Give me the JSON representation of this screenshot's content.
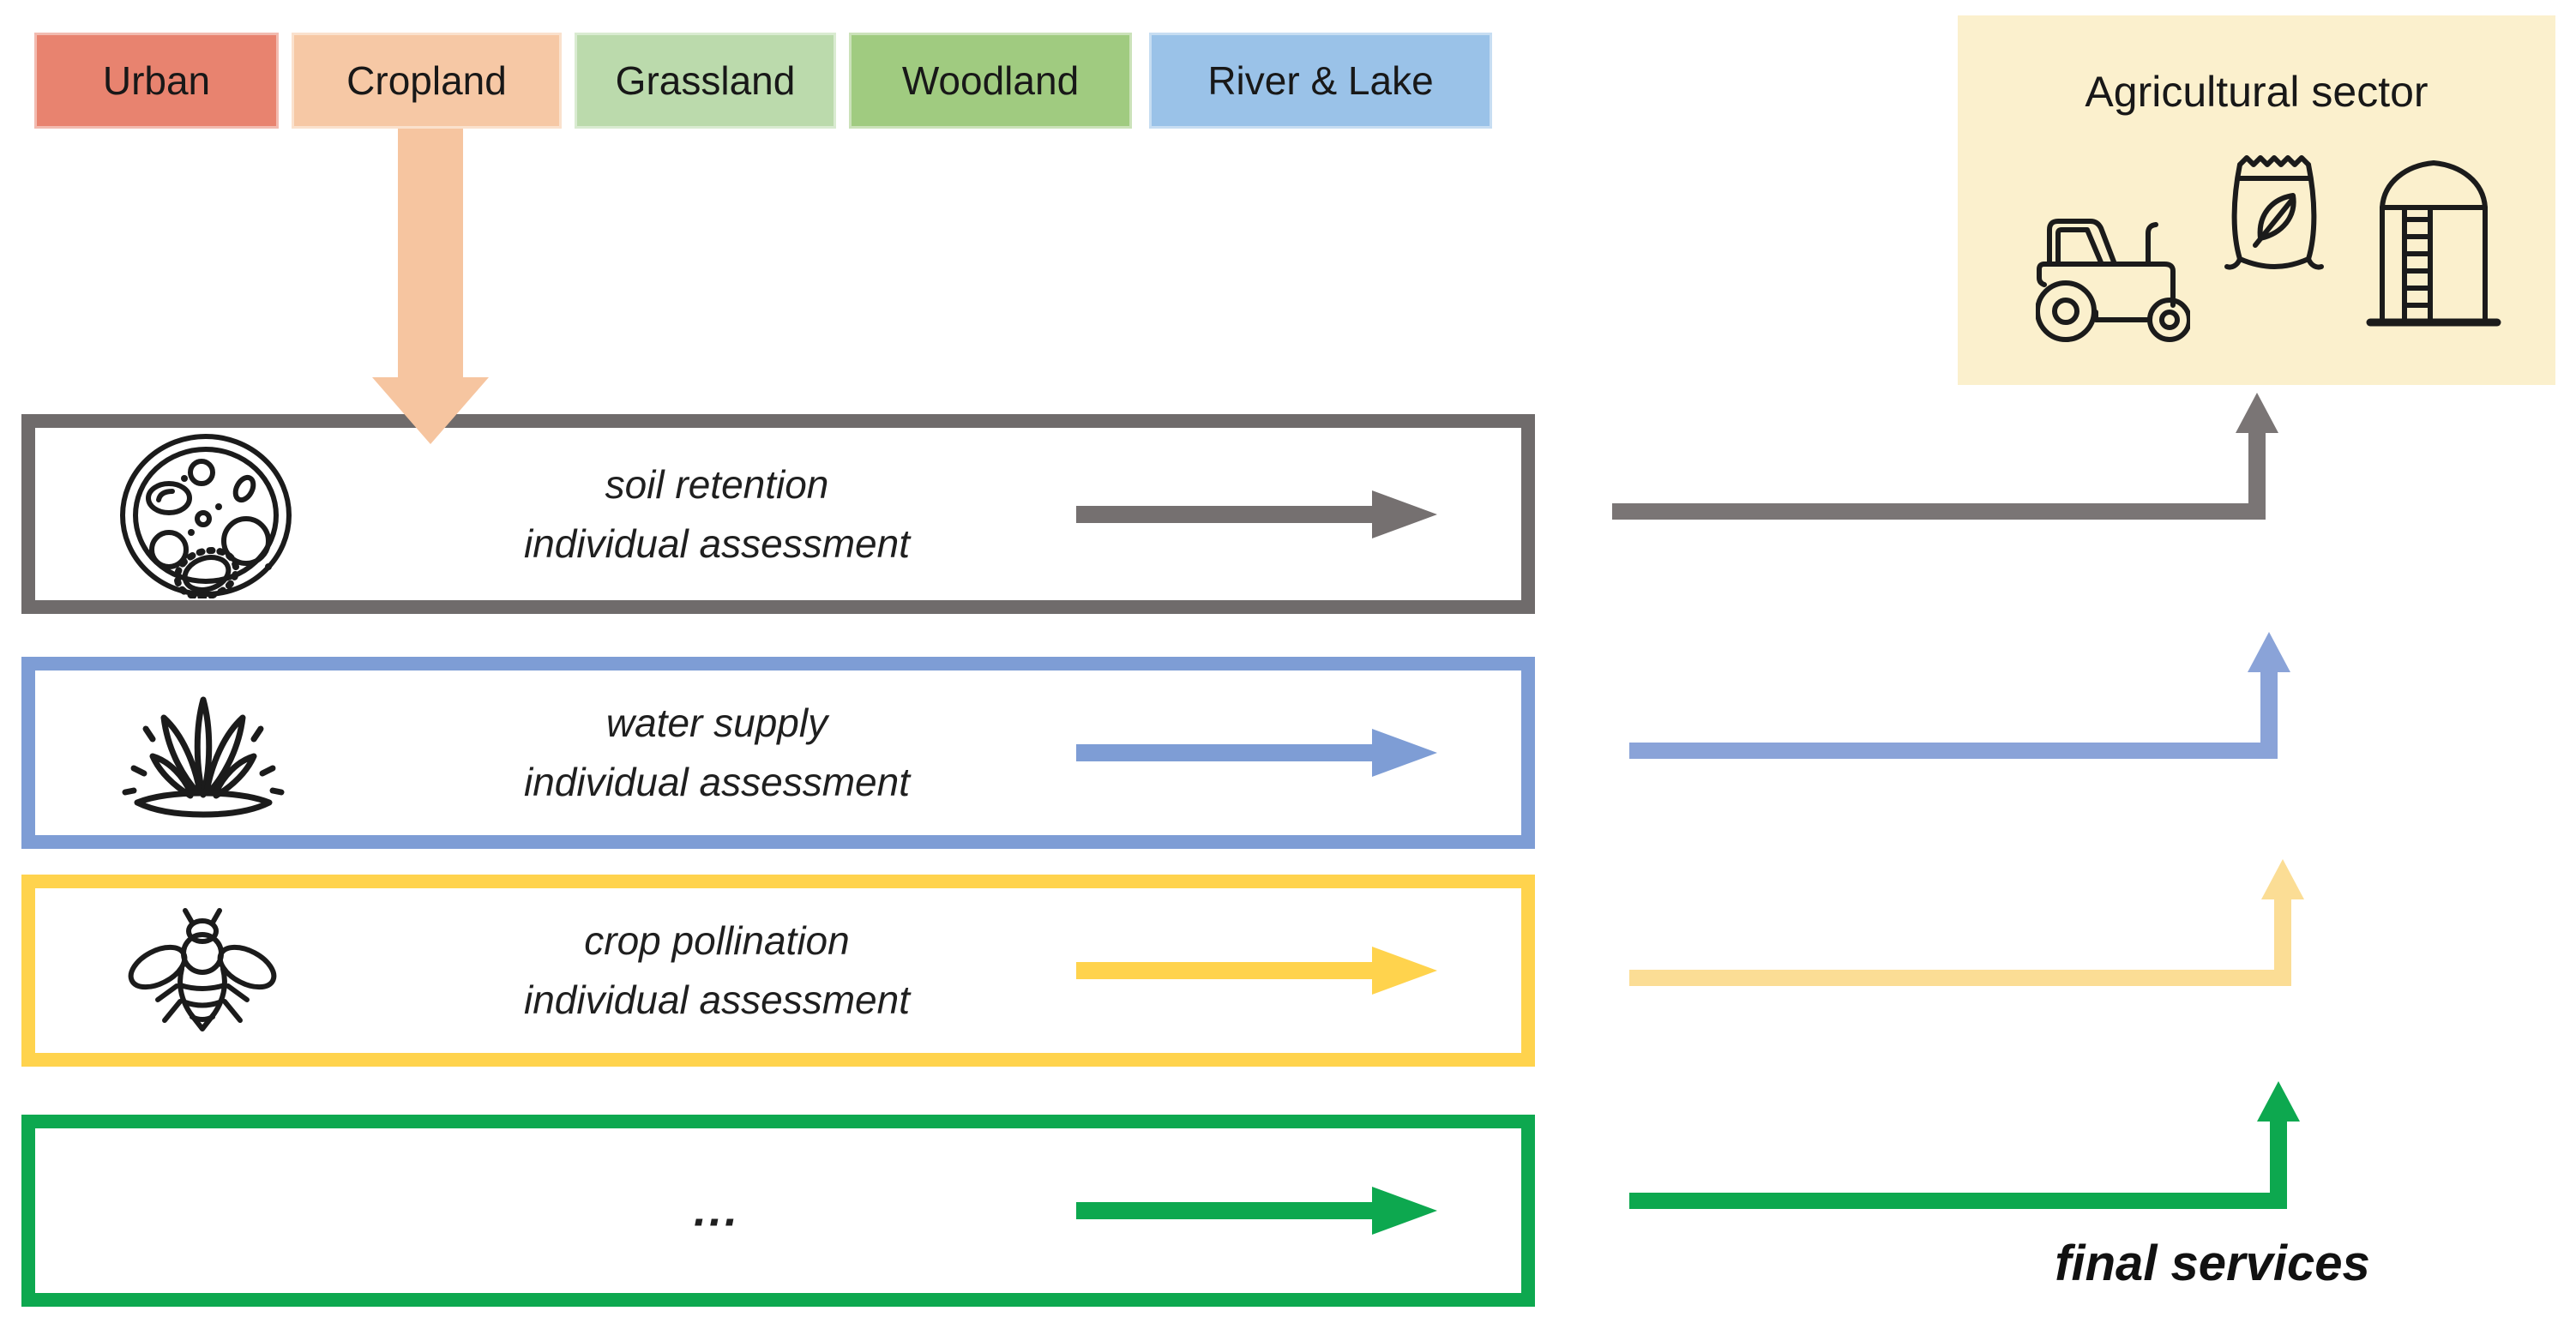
{
  "legend": {
    "items": [
      {
        "label": "Urban",
        "color": "#E8836F"
      },
      {
        "label": "Cropland",
        "color": "#F6C8A5"
      },
      {
        "label": "Grassland",
        "color": "#BBDAAC"
      },
      {
        "label": "Woodland",
        "color": "#A0CB80"
      },
      {
        "label": "River & Lake",
        "color": "#9AC2E8"
      }
    ]
  },
  "source_arrow": {
    "from": "Cropland",
    "color": "#F6C5A0"
  },
  "agricultural_sector": {
    "title": "Agricultural sector",
    "background": "#FBF0CD",
    "icons": [
      "tractor-icon",
      "seed-bag-icon",
      "grain-silo-icon"
    ]
  },
  "assessment_rows": [
    {
      "service": "soil retention",
      "detail": "individual assessment",
      "box_color": "#6F6B6B",
      "arrow_color": "#757070",
      "elbow_color": "#7A7575",
      "icon": "petri-dish-microbes-icon"
    },
    {
      "service": "water supply",
      "detail": "individual assessment",
      "box_color": "#7E9DD5",
      "arrow_color": "#7E9DD5",
      "elbow_color": "#8AA3D8",
      "icon": "water-spring-icon"
    },
    {
      "service": "crop pollination",
      "detail": "individual assessment",
      "box_color": "#FFD34D",
      "arrow_color": "#FFD34D",
      "elbow_color": "#FBDD95",
      "icon": "bee-icon"
    },
    {
      "service": "...",
      "detail": "",
      "box_color": "#0DA84F",
      "arrow_color": "#0DA84F",
      "elbow_color": "#0DA84F",
      "icon": null
    }
  ],
  "final_services_label": "final services"
}
